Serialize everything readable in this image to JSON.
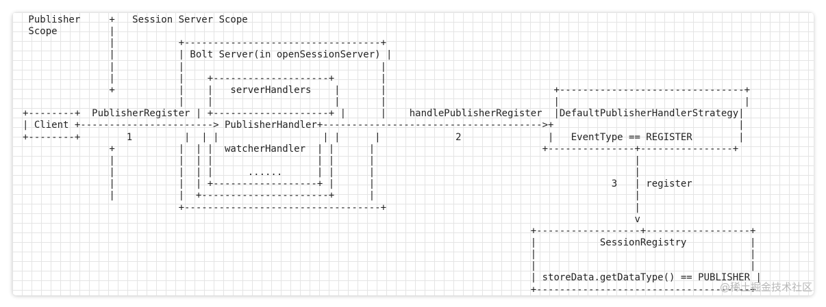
{
  "diagram": {
    "lines": [
      " Publisher     +   Session Server Scope",
      " Scope         |",
      "               |           +----------------------------------+",
      "               |           | Bolt Server(in openSessionServer) |",
      "               |           |                                  |",
      "               |           |    +--------------------+        |",
      "               +           |    |   serverHandlers    |       |                             +--------------------------------+",
      "                           |    |                     |       |                             |                                |",
      "+--------+  PublisherRegister | +--------------------+ |      |    handlePublisherRegister  |DefaultPublisherHandlerStrategy|",
      "| Client +-----------------------> PublisherHandler+-------------------------------------->+                                |",
      "+--------+        1         |  | |                  | |      |             2               |   EventType == REGISTER        |",
      "               +           |  | |  watcherHandler  | |      |                             +---------------+----------------+",
      "               |           |  | |                  | |      |                                             |",
      "               |           |  | |      ......      | |      |                                             |",
      "               |           |  | +------------------+ |      |                                         3   | register",
      "               |           |  +----------------------+      |                                             |",
      "                           +----------------------------------+                                           |",
      "                                                                                                          v",
      "                                                                                        +------------------+------------------+",
      "                                                                                        |           SessionRegistry           |",
      "                                                                                        |                                     |",
      "                                                                                        |                                     |",
      "                                                                                        | storeData.getDataType() == PUBLISHER |",
      "                                                                                        +-------------------------------------+"
    ]
  },
  "watermark": "@稀土掘金技术社区"
}
